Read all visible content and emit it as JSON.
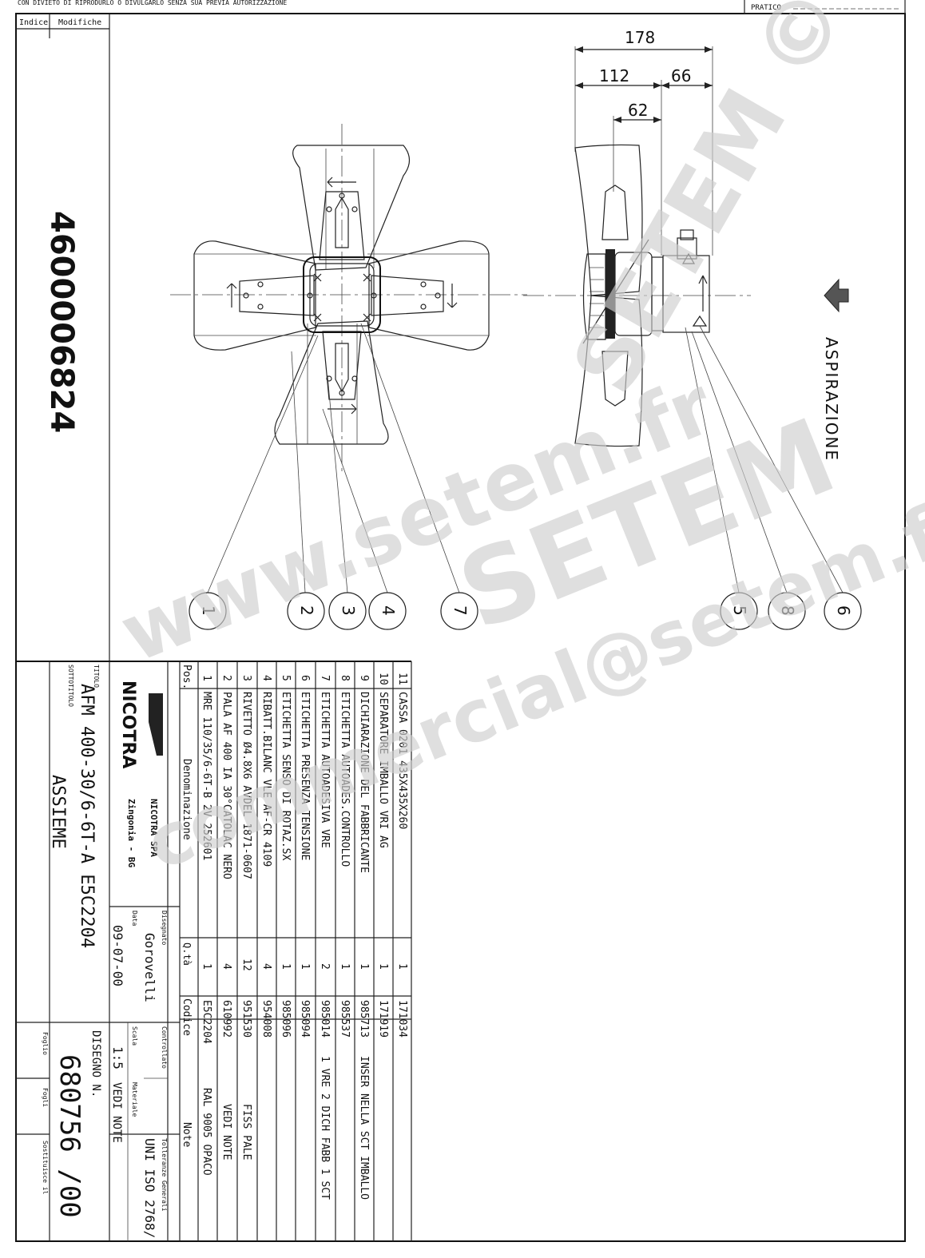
{
  "header": {
    "top_notice": "CON DIVIETO DI RIPRODURLO O DIVULGARLO SENZA SUA PREVIA AUTORIZZAZIONE",
    "pratico_label": "PRATICO"
  },
  "left_strip": {
    "indice_label": "Indice",
    "modifiche_label": "Modifiche",
    "part_number": "4600006824"
  },
  "drawing": {
    "dimensions": {
      "total": "178",
      "left": "112",
      "right": "66",
      "inner": "62"
    },
    "aspirazione_label": "ASPIRAZIONE",
    "callouts": [
      "1",
      "2",
      "3",
      "4",
      "7",
      "5",
      "8",
      "6"
    ]
  },
  "title_block": {
    "titolo_label": "TITOLO",
    "titolo": "AFM 400-30/6-6T-A  E5C2204",
    "sottotitolo_label": "SOTTOTITOLO",
    "sottotitolo": "ASSIEME",
    "company_logo": "NICOTRA",
    "company_name": "NICOTRA SPA",
    "company_city": "Zingonia - BG",
    "disegnato_label": "Disegnato",
    "disegnato": "Gorovelli",
    "data_label": "Data",
    "data": "09-07-00",
    "controllato_label": "Controllato",
    "scala_label": "Scala",
    "scala": "1:5",
    "materiale_label": "Materiale",
    "materiale": "VEDI NOTE",
    "tolleranze_label": "Tolleranze Generali",
    "tolleranze": "UNI ISO 2768/",
    "disegno_label": "DISEGNO N.",
    "disegno": "680756 /00",
    "foglio_label": "Foglio",
    "fogli_label": "Fogli",
    "sostituisce_label": "Sostituisce il"
  },
  "bom": {
    "headers": {
      "pos": "Pos.",
      "denominazione": "Denominazione",
      "qty": "Q.tà",
      "codice": "Codice",
      "note": "Note"
    },
    "rows": [
      {
        "pos": "1",
        "denominazione": "MRE 110/35/6-6T-B 2V 252601",
        "qty": "1",
        "codice": "E5C2204",
        "note": "RAL 9005 OPACO"
      },
      {
        "pos": "2",
        "denominazione": "PALA AF 400 IA 30°CATOLAC NERO",
        "qty": "4",
        "codice": "610992",
        "note": "VEDI NOTE"
      },
      {
        "pos": "3",
        "denominazione": "RIVETTO Ø4.8X6 AVDEL 1871-0607",
        "qty": "12",
        "codice": "951530",
        "note": "FISS PALE"
      },
      {
        "pos": "4",
        "denominazione": "RIBATT.BILANC VLE AF-CR 4109",
        "qty": "4",
        "codice": "954008",
        "note": ""
      },
      {
        "pos": "5",
        "denominazione": "ETICHETTA SENSO DI ROTAZ.SX",
        "qty": "1",
        "codice": "985096",
        "note": ""
      },
      {
        "pos": "6",
        "denominazione": "ETICHETTA PRESENZA TENSIONE",
        "qty": "1",
        "codice": "985094",
        "note": ""
      },
      {
        "pos": "7",
        "denominazione": "ETICHETTA AUTOADESIVA VRE",
        "qty": "2",
        "codice": "985014",
        "note": "1 VRE 2 DICH FABB 1 SCT"
      },
      {
        "pos": "8",
        "denominazione": "ETICHETTA AUTOADES.CONTROLLO",
        "qty": "1",
        "codice": "985537",
        "note": ""
      },
      {
        "pos": "9",
        "denominazione": "DICHIARAZIONE DEL FABBRICANTE",
        "qty": "1",
        "codice": "985713",
        "note": "INSER NELLA SCT IMBALLO"
      },
      {
        "pos": "10",
        "denominazione": "SEPARATORE IMBALLO VRI AG",
        "qty": "1",
        "codice": "171919",
        "note": ""
      },
      {
        "pos": "11",
        "denominazione": "CASSA 0201 435X435X260",
        "qty": "1",
        "codice": "171034",
        "note": ""
      }
    ]
  },
  "watermark": {
    "url": "www.setem.fr",
    "brand": "SETEM",
    "email": "commercial@setem.fr",
    "copyright": "SETEM ©"
  }
}
